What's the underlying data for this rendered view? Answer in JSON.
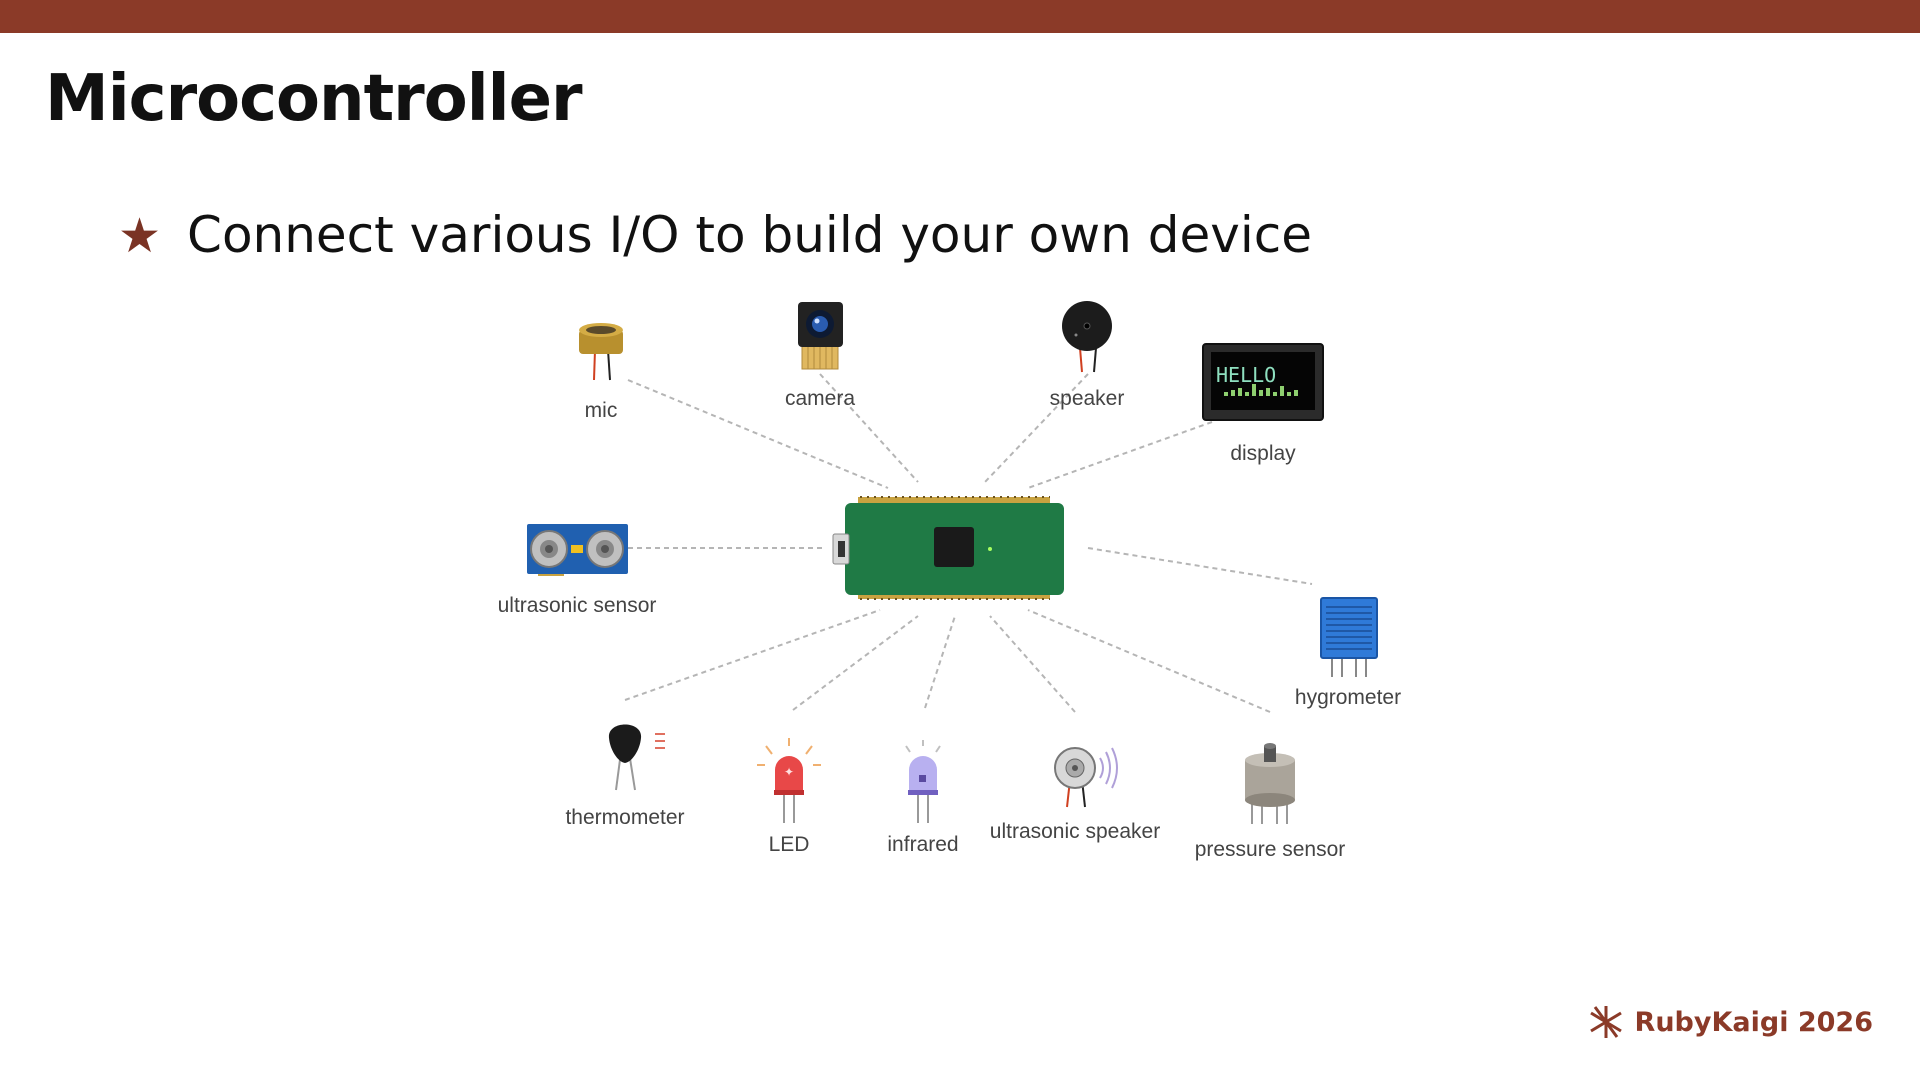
{
  "slide": {
    "title": "Microcontroller",
    "bullet": "Connect various I/O to build your own device"
  },
  "devices": {
    "mic": "mic",
    "camera": "camera",
    "speaker": "speaker",
    "display": "display",
    "display_text": "HELLO",
    "ultrasonic_sensor": "ultrasonic sensor",
    "hygrometer": "hygrometer",
    "thermometer": "thermometer",
    "led": "LED",
    "infrared": "infrared",
    "ultrasonic_speaker": "ultrasonic speaker",
    "pressure_sensor": "pressure sensor"
  },
  "brand": {
    "name": "RubyKaigi 2026"
  },
  "colors": {
    "accent": "#8b3a28",
    "board": "#1f7a45",
    "line": "#b5b5b5"
  }
}
